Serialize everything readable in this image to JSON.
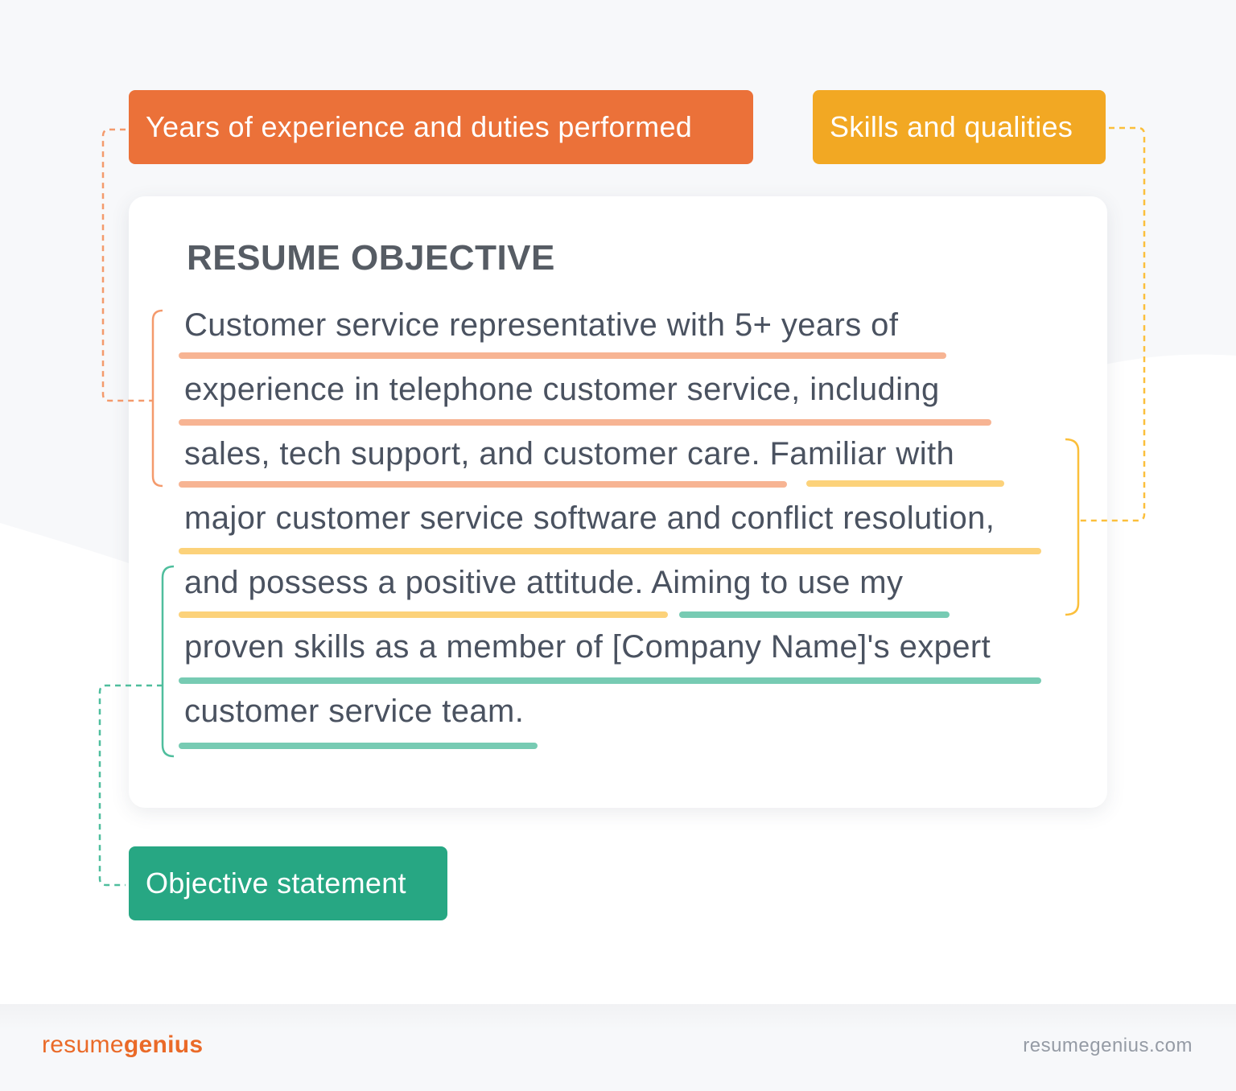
{
  "colors": {
    "experience": "#eb7139",
    "experience_underline": "#f7b493",
    "skills": "#f2a823",
    "skills_underline": "#fcd27a",
    "objective": "#27a783",
    "objective_underline": "#77cbb3",
    "text": "#4a5260",
    "title": "#565c64",
    "background": "#f7f8fa"
  },
  "tags": {
    "experience": "Years of experience and duties performed",
    "skills": "Skills and qualities",
    "objective": "Objective statement"
  },
  "card": {
    "title": "RESUME OBJECTIVE",
    "lines": [
      "Customer service representative with 5+ years of",
      "experience in telephone customer service, including",
      "sales, tech support, and customer care. Familiar with",
      "major customer service software and conflict resolution,",
      "and possess a positive attitude. Aiming to use my",
      "proven skills as a member of [Company Name]'s expert",
      "customer service team."
    ]
  },
  "footer": {
    "brand_light": "resume",
    "brand_bold": "genius",
    "site": "resumegenius.com"
  }
}
